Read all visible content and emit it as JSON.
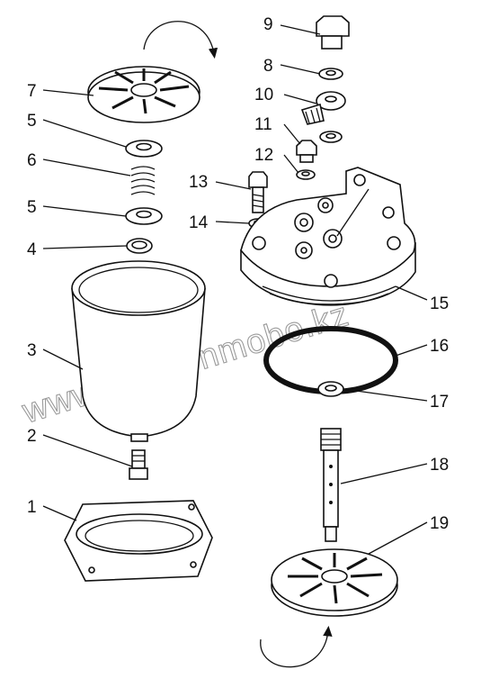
{
  "watermark": "www.sinhronmobo.kz",
  "parts": [
    {
      "id": "top-cover",
      "label": "7"
    },
    {
      "id": "washer-upper",
      "label": "5"
    },
    {
      "id": "spring",
      "label": "6"
    },
    {
      "id": "washer-lower",
      "label": "5"
    },
    {
      "id": "seal-ring",
      "label": "4"
    },
    {
      "id": "bowl",
      "label": "3"
    },
    {
      "id": "drain-plug",
      "label": "2"
    },
    {
      "id": "bowl-nut",
      "label": "1"
    },
    {
      "id": "banjo-bolt",
      "label": "9"
    },
    {
      "id": "banjo-washer",
      "label": "8"
    },
    {
      "id": "banjo-fitting",
      "label": "10"
    },
    {
      "id": "plug-bolt",
      "label": "11"
    },
    {
      "id": "plug-washer",
      "label": "12"
    },
    {
      "id": "air-bleed-screw",
      "label": "13"
    },
    {
      "id": "bleed-washer",
      "label": "14"
    },
    {
      "id": "filter-head",
      "label": "15"
    },
    {
      "id": "o-ring",
      "label": "16"
    },
    {
      "id": "small-seal",
      "label": "17"
    },
    {
      "id": "center-tube",
      "label": "18"
    },
    {
      "id": "deflector-plate",
      "label": "19"
    }
  ]
}
